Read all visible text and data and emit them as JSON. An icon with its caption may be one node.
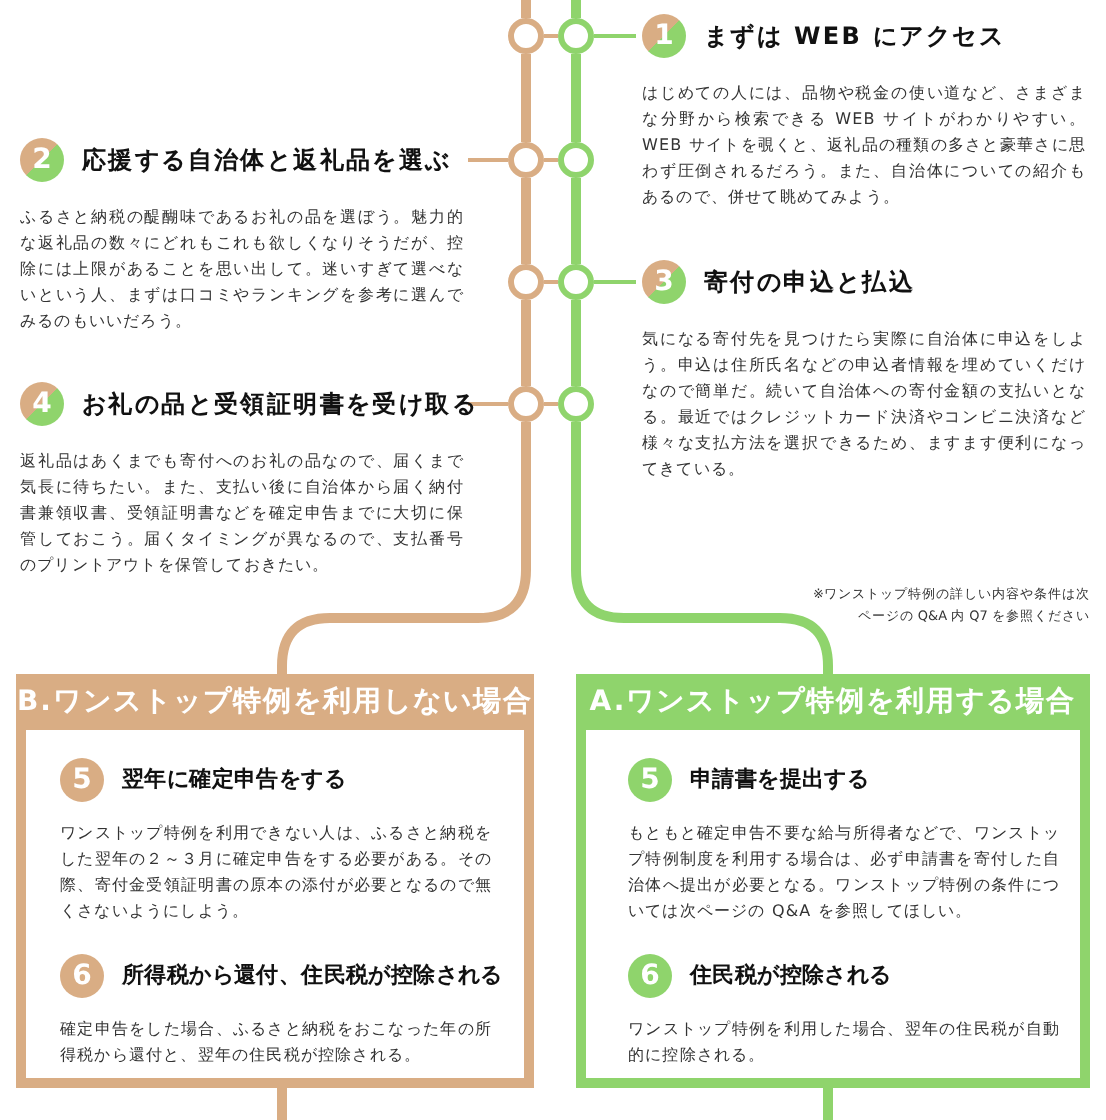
{
  "diagram": {
    "nodes": [
      {
        "text": [
          "1",
          "まずは WEB にアクセス",
          "はじめての人には、品物や税金の使い道など、さまざまな分野から検索できる WEB サイトがわかりやすい。WEB サイトを覗くと、返礼品の種類の多さと豪華さに思わず圧倒されるだろう。また、自治体についての紹介もあるので、併せて眺めてみよう。"
        ]
      },
      {
        "text": [
          "2",
          "応援する自治体と返礼品を選ぶ",
          "ふるさと納税の醍醐味であるお礼の品を選ぼう。魅力的な返礼品の数々にどれもこれも欲しくなりそうだが、控除には上限があることを思い出して。迷いすぎて選べないという人、まずは口コミやランキングを参考に選んでみるのもいいだろう。"
        ]
      },
      {
        "text": [
          "3",
          "寄付の申込と払込",
          "気になる寄付先を見つけたら実際に自治体に申込をしよう。申込は住所氏名などの申込者情報を埋めていくだけなので簡単だ。続いて自治体への寄付金額の支払いとなる。最近ではクレジットカード決済やコンビニ決済など様々な支払方法を選択できるため、ますます便利になってきている。"
        ]
      },
      {
        "text": [
          "4",
          "お礼の品と受領証明書を受け取る",
          "返礼品はあくまでも寄付へのお礼の品なので、届くまで気長に待ちたい。また、支払い後に自治体から届く納付書兼領収書、受領証明書などを確定申告までに大切に保管しておこう。届くタイミングが異なるので、支払番号のプリントアウトを保管しておきたい。"
        ]
      },
      {
        "text": [
          "B.ワンストップ特例を利用しない場合"
        ]
      },
      {
        "text": [
          "5",
          "翌年に確定申告をする",
          "ワンストップ特例を利用できない人は、ふるさと納税をした翌年の２～３月に確定申告をする必要がある。その際、寄付金受領証明書の原本の添付が必要となるので無くさないようにしよう。"
        ],
        "in": 4
      },
      {
        "text": [
          "6",
          "所得税から還付、住民税が控除される",
          "確定申告をした場合、ふるさと納税をおこなった年の所得税から還付と、翌年の住民税が控除される。"
        ],
        "in": 4
      },
      {
        "text": [
          "A.ワンストップ特例を利用する場合"
        ]
      },
      {
        "text": [
          "5",
          "申請書を提出する",
          "もともと確定申告不要な給与所得者などで、ワンストップ特例制度を利用する場合は、必ず申請書を寄付した自治体へ提出が必要となる。ワンストップ特例の条件については次ページの Q&A を参照してほしい。"
        ],
        "in": 7
      },
      {
        "text": [
          "6",
          "住民税が控除される",
          "ワンストップ特例を利用した場合、翌年の住民税が自動的に控除される。"
        ],
        "in": 7
      },
      {
        "text": [],
        "shape": "circle"
      },
      {
        "text": [],
        "shape": "circle"
      },
      {
        "text": [],
        "shape": "circle"
      },
      {
        "text": [],
        "shape": "circle"
      },
      {
        "text": [],
        "shape": "circle"
      },
      {
        "text": [],
        "shape": "circle"
      },
      {
        "text": [],
        "shape": "circle"
      },
      {
        "text": [],
        "shape": "circle"
      }
    ],
    "edges": [
      {
        "from": null,
        "to": 10,
        "arrow": "none"
      },
      {
        "from": null,
        "to": 11,
        "arrow": "none",
        "color": "#8fd46c"
      },
      {
        "from": 10,
        "to": 11,
        "arrow": "none"
      },
      {
        "from": 11,
        "to": 0,
        "arrow": "none",
        "color": "#8fd46c"
      },
      {
        "from": 12,
        "to": 13,
        "arrow": "none"
      },
      {
        "from": 1,
        "to": 12,
        "arrow": "none"
      },
      {
        "from": 14,
        "to": 15,
        "arrow": "none"
      },
      {
        "from": 15,
        "to": 2,
        "arrow": "none",
        "color": "#8fd46c"
      },
      {
        "from": 16,
        "to": 17,
        "arrow": "none"
      },
      {
        "from": 3,
        "to": 16,
        "arrow": "none"
      },
      {
        "from": 10,
        "to": 12,
        "arrow": "none"
      },
      {
        "from": 12,
        "to": 14,
        "arrow": "none"
      },
      {
        "from": 14,
        "to": 16,
        "arrow": "none"
      },
      {
        "from": 11,
        "to": 13,
        "arrow": "none",
        "color": "#8fd46c"
      },
      {
        "from": 13,
        "to": 15,
        "arrow": "none",
        "color": "#8fd46c"
      },
      {
        "from": 15,
        "to": 17,
        "arrow": "none",
        "color": "#8fd46c"
      },
      {
        "from": 16,
        "to": 4,
        "arrow": "none"
      },
      {
        "from": 17,
        "to": 7,
        "arrow": "none",
        "color": "#8fd46c"
      },
      {
        "from": 4,
        "to": null,
        "arrow": "none"
      },
      {
        "from": 7,
        "to": null,
        "arrow": "none",
        "color": "#8fd46c"
      }
    ],
    "labels": [
      "※ワンストップ特例の詳しい内容や条件は次ページの Q&A 内 Q7 を参照ください"
    ]
  }
}
